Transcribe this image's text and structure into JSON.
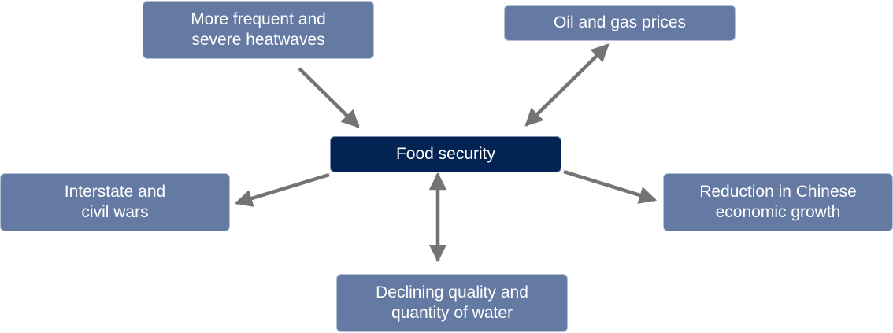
{
  "diagram": {
    "center": {
      "label": "Food security"
    },
    "nodes": {
      "heatwaves": {
        "label": "More frequent and\nsevere heatwaves"
      },
      "oil_gas": {
        "label": "Oil and gas prices"
      },
      "wars": {
        "label": "Interstate and\ncivil wars"
      },
      "chinese_growth": {
        "label": "Reduction in Chinese\neconomic growth"
      },
      "water": {
        "label": "Declining quality and\nquantity of water"
      }
    }
  },
  "colors": {
    "node_fill": "#647aa2",
    "center_fill": "#032453",
    "arrow": "#747474"
  }
}
